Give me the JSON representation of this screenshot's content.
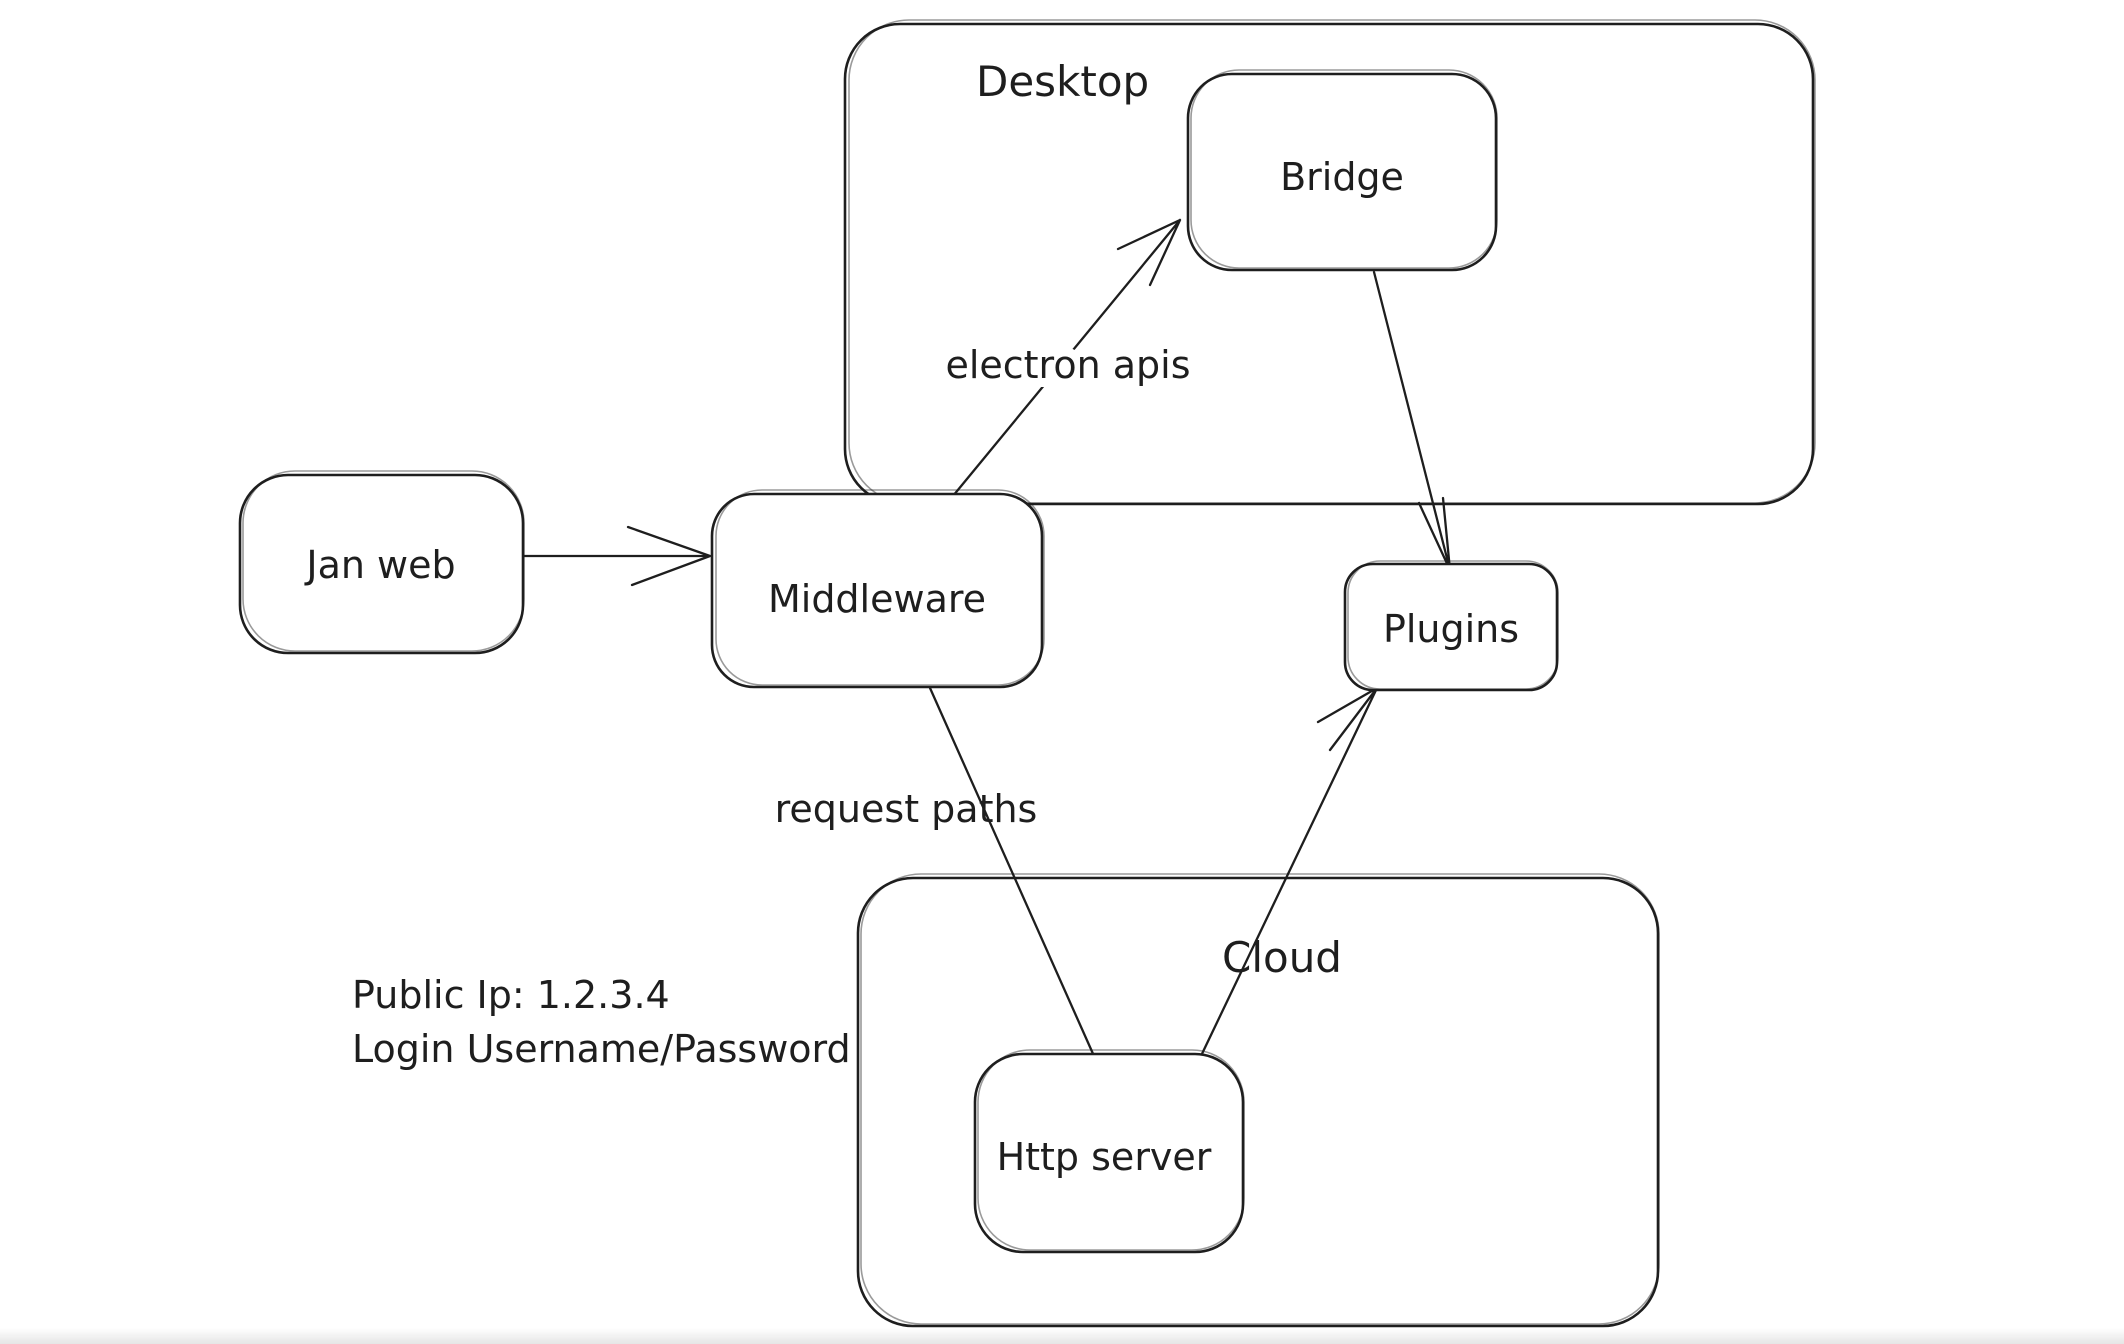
{
  "app": {
    "background_color": "#ffffff",
    "stroke_color": "#1e1e1e"
  },
  "diagram": {
    "containers": [
      {
        "id": "desktop",
        "label": "Desktop"
      },
      {
        "id": "cloud",
        "label": "Cloud"
      }
    ],
    "nodes": [
      {
        "id": "jan-web",
        "label": "Jan web"
      },
      {
        "id": "middleware",
        "label": "Middleware"
      },
      {
        "id": "bridge",
        "label": "Bridge"
      },
      {
        "id": "plugins",
        "label": "Plugins"
      },
      {
        "id": "http-server",
        "label": "Http server"
      }
    ],
    "edges": [
      {
        "id": "jan-web-to-middleware",
        "from": "Jan web",
        "to": "Middleware"
      },
      {
        "id": "middleware-to-bridge",
        "from": "Middleware",
        "to": "Bridge",
        "label": "electron apis"
      },
      {
        "id": "bridge-to-plugins",
        "from": "Bridge",
        "to": "Plugins"
      },
      {
        "id": "http-server-to-plugins",
        "from": "Http server",
        "to": "Plugins"
      },
      {
        "id": "middleware-to-http-server",
        "from": "Middleware",
        "to": "Http server",
        "label": "request paths"
      }
    ],
    "notes": [
      {
        "id": "public-ip-note",
        "lines": [
          "Public Ip: 1.2.3.4",
          "Login Username/Password"
        ]
      }
    ]
  }
}
